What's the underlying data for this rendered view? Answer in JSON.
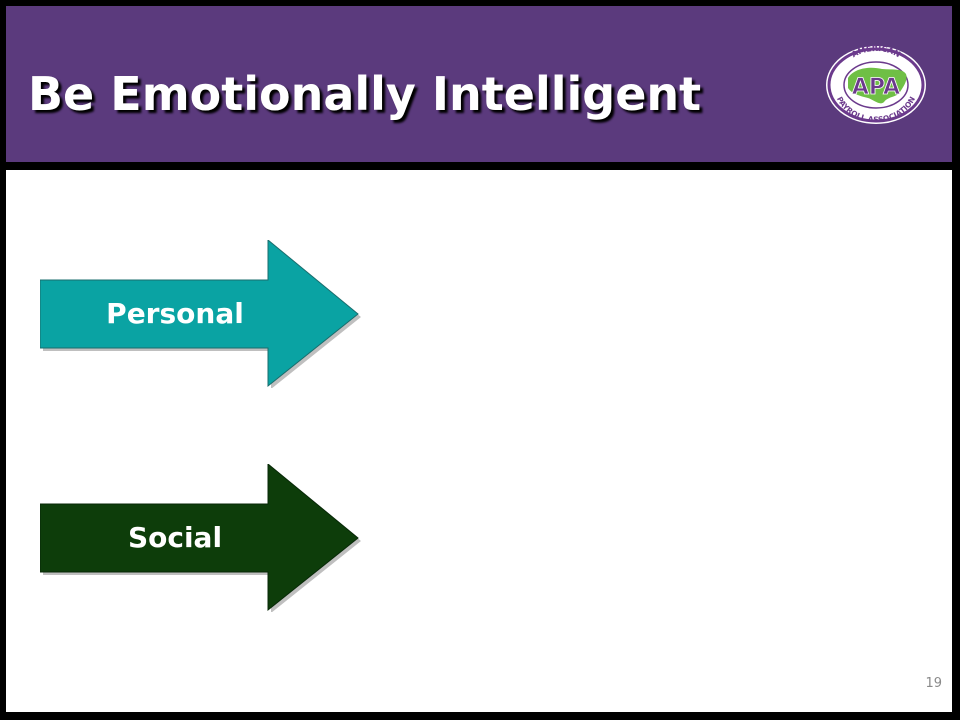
{
  "slide": {
    "title": "Be Emotionally Intelligent",
    "page_number": "19"
  },
  "logo": {
    "name": "apa-logo",
    "abbreviation": "APA",
    "text_top": "AMERICAN",
    "text_bottom": "PAYROLL ASSOCIATION",
    "colors": {
      "ring": "#6b3a8c",
      "map": "#6fbf45",
      "letters": "#6b3a8c"
    }
  },
  "arrows": [
    {
      "label": "Personal",
      "color": "#0aa3a3"
    },
    {
      "label": "Social",
      "color": "#0d3d0a"
    }
  ],
  "colors": {
    "header_bg": "#5b3a7d",
    "frame": "#000000",
    "content_bg": "#ffffff",
    "title_text": "#ffffff",
    "page_number_text": "#8a8a8a"
  }
}
